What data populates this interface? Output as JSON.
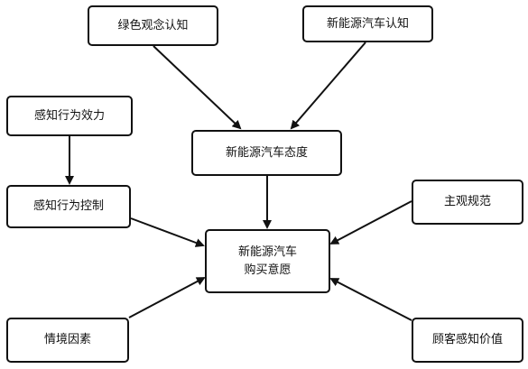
{
  "nodes": {
    "green_cognition": "绿色观念认知",
    "nev_cognition": "新能源汽车认知",
    "perceived_efficacy": "感知行为效力",
    "nev_attitude": "新能源汽车态度",
    "perceived_control": "感知行为控制",
    "subjective_norm": "主观规范",
    "purchase_intention_line1": "新能源汽车",
    "purchase_intention_line2": "购买意愿",
    "situational_factors": "情境因素",
    "perceived_value": "顾客感知价值"
  },
  "colors": {
    "stroke": "#111111",
    "background": "#ffffff"
  }
}
